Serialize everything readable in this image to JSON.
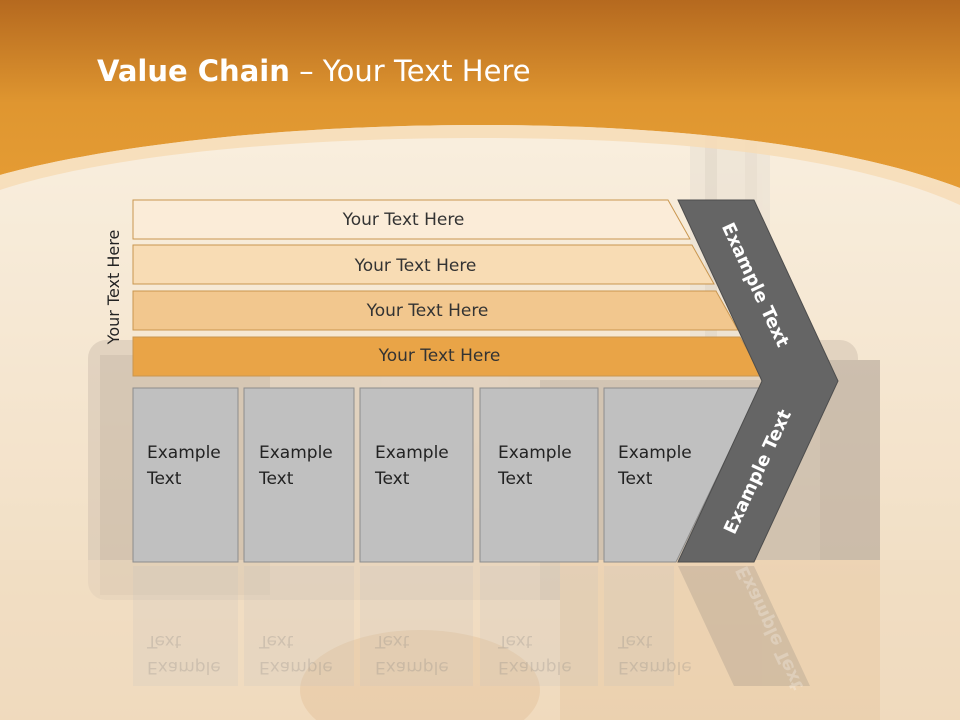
{
  "slide": {
    "title_bold": "Value Chain",
    "title_rest": " – Your Text Here",
    "vertical_label": "Your Text Here",
    "bands": [
      "Your Text Here",
      "Your Text Here",
      "Your Text Here",
      "Your Text Here"
    ],
    "cells": [
      {
        "line1": "Example",
        "line2": "Text"
      },
      {
        "line1": "Example",
        "line2": "Text"
      },
      {
        "line1": "Example",
        "line2": "Text"
      },
      {
        "line1": "Example",
        "line2": "Text"
      },
      {
        "line1": "Example",
        "line2": "Text"
      }
    ],
    "chevron_top": "Example Text",
    "chevron_bottom": "Example Text"
  },
  "colors": {
    "header_orange": "#e0932c",
    "band_1": "#fbecd8",
    "band_2": "#f8dcb4",
    "band_3": "#f2c78e",
    "band_4": "#e9a447",
    "cell_gray": "#c0c0c0",
    "chevron_gray": "#656565"
  }
}
